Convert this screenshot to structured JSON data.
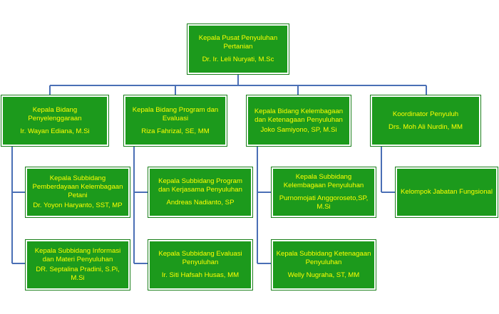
{
  "colors": {
    "box_fill": "#1c9a1c",
    "text": "#ffff00",
    "connector": "#4a6fb5"
  },
  "head": {
    "title": "Kepala Pusat Penyuluhan Pertanian",
    "name": "Dr. Ir. Leli Nuryati, M.Sc"
  },
  "divisions": [
    {
      "title": "Kepala Bidang Penyelenggaraan",
      "name": "Ir. Wayan Ediana,  M.Si"
    },
    {
      "title": "Kepala Bidang Program dan Evaluasi",
      "name": "Riza Fahrizal, SE, MM"
    },
    {
      "title": "Kepala Bidang Kelembagaan dan Ketenagaan Penyuluhan",
      "name": "Joko Samiyono, SP, M.Si"
    },
    {
      "title": "Koordinator Penyuluh",
      "name": "Drs. Moh Ali Nurdin, MM"
    }
  ],
  "subdivisions": [
    {
      "title": "Kepala Subbidang Pemberdayaan Kelembagaan Petani",
      "name": "Dr. Yoyon Haryanto, SST, MP"
    },
    {
      "title": "Kepala Subbidang Informasi dan Materi Penyuluhan",
      "name": "DR. Septalina Pradini,  S.Pi, M.Si"
    },
    {
      "title": "Kepala Subbidang  Program dan Kerjasama Penyuluhan",
      "name": "Andreas Nadianto,  SP"
    },
    {
      "title": "Kepala Subbidang  Evaluasi Penyuluhan",
      "name": "Ir. Siti Hafsah Husas,  MM"
    },
    {
      "title": "Kepala Subbidang Kelembagaan Penyuluhan",
      "name": "Purnomojati Anggoroseto,SP, M.Si"
    },
    {
      "title": "Kepala Subbidang Ketenagaan Penyuluhan",
      "name": "Welly Nugraha,  ST, MM"
    },
    {
      "title": "Kelompok Jabatan Fungsional",
      "name": ""
    }
  ]
}
